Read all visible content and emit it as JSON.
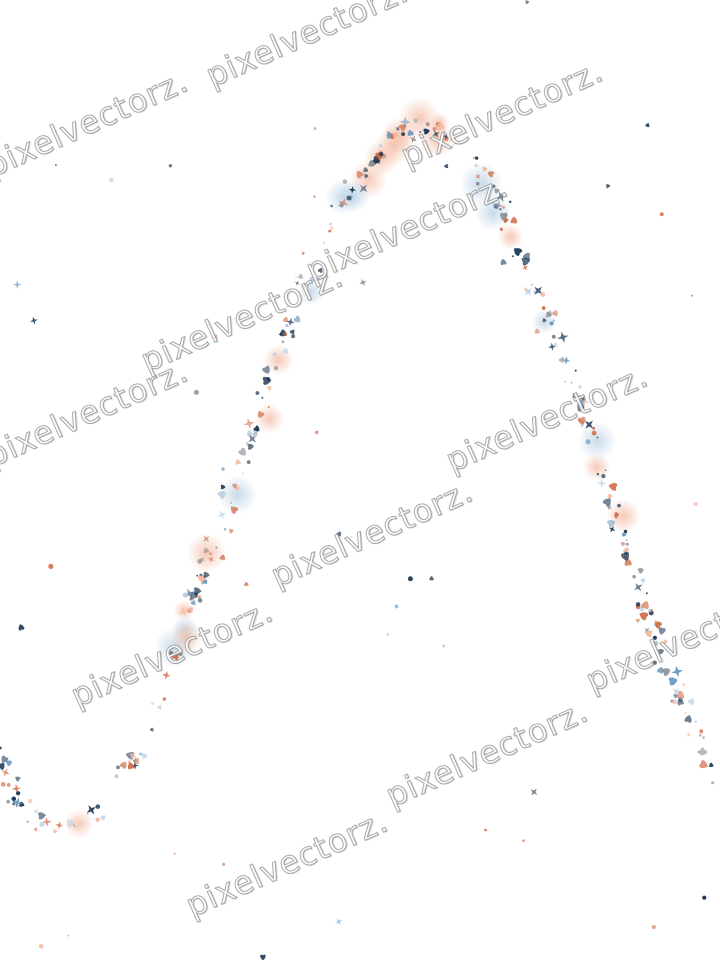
{
  "image": {
    "watermark_text": "pixelvectorz.",
    "colors": {
      "background": "#ffffff",
      "navy": "#1f3b57",
      "steel_blue": "#6f9cc2",
      "light_blue": "#b7cfe3",
      "coral": "#cf6a45",
      "peach": "#f2b79e",
      "gray": "#8a8f96"
    },
    "motif": "confetti-wave",
    "shapes": [
      "heart",
      "star",
      "dot"
    ]
  }
}
